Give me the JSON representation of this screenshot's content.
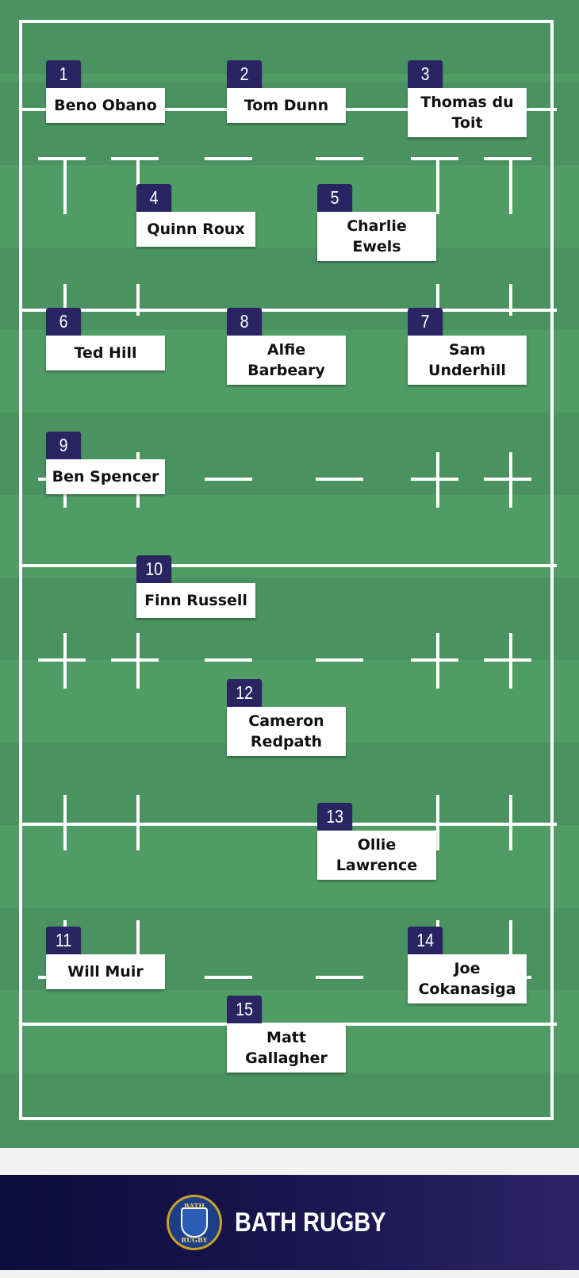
{
  "players": [
    {
      "number": "1",
      "name": "Beno Obano"
    },
    {
      "number": "2",
      "name": "Tom Dunn"
    },
    {
      "number": "3",
      "name": "Thomas du Toit"
    },
    {
      "number": "4",
      "name": "Quinn Roux"
    },
    {
      "number": "5",
      "name": "Charlie Ewels"
    },
    {
      "number": "6",
      "name": "Ted Hill"
    },
    {
      "number": "8",
      "name": "Alfie Barbeary"
    },
    {
      "number": "7",
      "name": "Sam Underhill"
    },
    {
      "number": "9",
      "name": "Ben Spencer"
    },
    {
      "number": "10",
      "name": "Finn Russell"
    },
    {
      "number": "12",
      "name": "Cameron Redpath"
    },
    {
      "number": "13",
      "name": "Ollie Lawrence"
    },
    {
      "number": "11",
      "name": "Will Muir"
    },
    {
      "number": "14",
      "name": "Joe Cokanasiga"
    },
    {
      "number": "15",
      "name": "Matt Gallagher"
    }
  ],
  "footer": {
    "brand": "BATH RUGBY",
    "crest_top": "BATH",
    "crest_bottom": "RUGBY"
  },
  "colors": {
    "pitch_light": "#4f9c65",
    "pitch_dark": "#4a9360",
    "number_tab": "#2a2562",
    "footer": "#1b1650"
  }
}
